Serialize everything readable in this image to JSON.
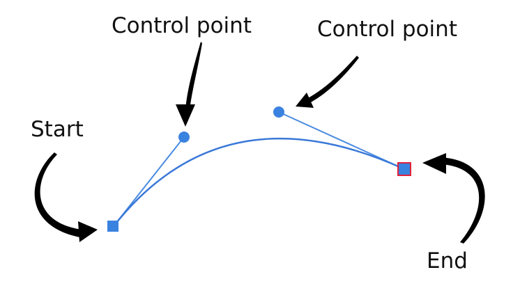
{
  "labels": {
    "control_point_1": "Control point",
    "control_point_2": "Control point",
    "start": "Start",
    "end": "End"
  },
  "colors": {
    "curve": "#3a78d8",
    "handle_line": "#4a8be0",
    "point_fill": "#3a82e0",
    "end_point_outline": "#e0203a",
    "arrow": "#000000",
    "text": "#111111",
    "background": "#ffffff"
  }
}
